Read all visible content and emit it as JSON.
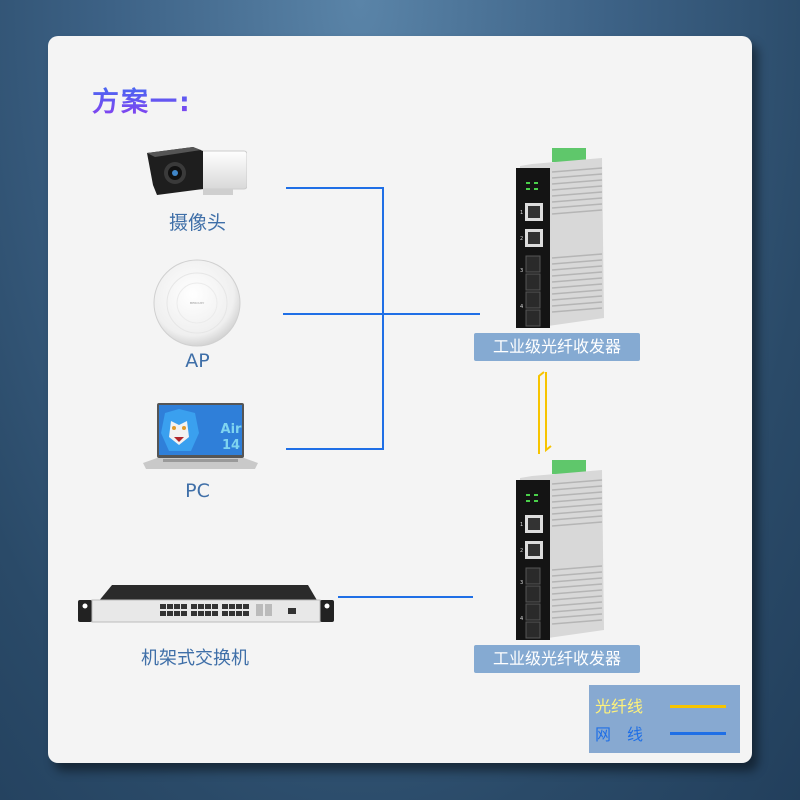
{
  "title": "方案一:",
  "devices": {
    "camera": {
      "label": "摄像头",
      "icon": "camera-icon"
    },
    "ap": {
      "label": "AP",
      "icon": "access-point-icon",
      "brand_text": "MERCURY"
    },
    "pc": {
      "label": "PC",
      "icon": "laptop-icon",
      "screen_text": [
        "Air",
        "14"
      ]
    },
    "switch": {
      "label": "机架式交换机",
      "icon": "rack-switch-icon"
    }
  },
  "transceivers": [
    {
      "label": "工业级光纤收发器",
      "port_numbers": [
        "1",
        "2",
        "3",
        "4"
      ]
    },
    {
      "label": "工业级光纤收发器",
      "port_numbers": [
        "1",
        "2",
        "3",
        "4"
      ]
    }
  ],
  "legend": {
    "items": [
      {
        "label": "光纤线",
        "color": "#f7c400",
        "text_color": "#fff27a"
      },
      {
        "label": "网　线",
        "color": "#1f6fe6",
        "text_color": "#1f6fe6"
      }
    ]
  },
  "colors": {
    "ethernet": "#1f6fe6",
    "fiber": "#f7c400",
    "label": "#3f6fa8",
    "tag_bg": "#85aad2"
  }
}
